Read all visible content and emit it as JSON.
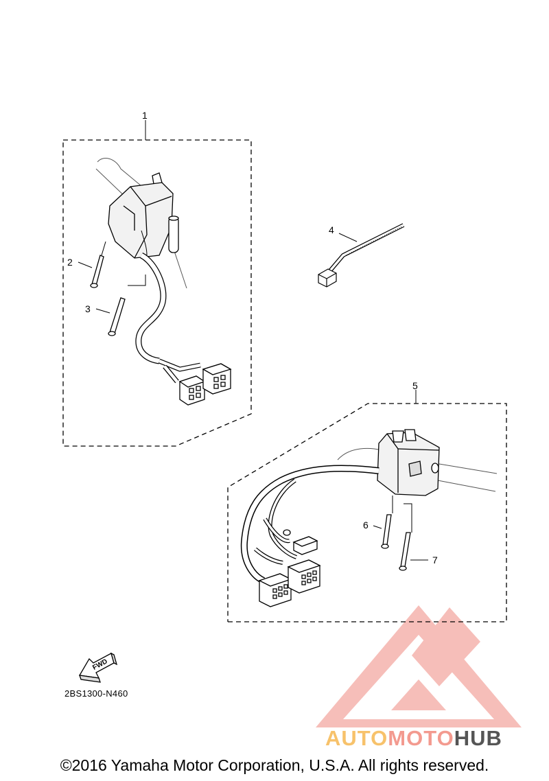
{
  "callouts": {
    "c1": "1",
    "c2": "2",
    "c3": "3",
    "c4": "4",
    "c5": "5",
    "c6": "6",
    "c7": "7"
  },
  "fwd_label": "FWD",
  "diagram_code": "2BS1300-N460",
  "watermark": {
    "part1": "AUTO",
    "part2": "MOTO",
    "part3": "HUB",
    "colors": {
      "auto": "#f7c26b",
      "moto": "#f39a8f",
      "hub": "#555555",
      "logo": "#f08a80"
    }
  },
  "copyright": "©2016 Yamaha Motor Corporation, U.S.A. All rights reserved."
}
